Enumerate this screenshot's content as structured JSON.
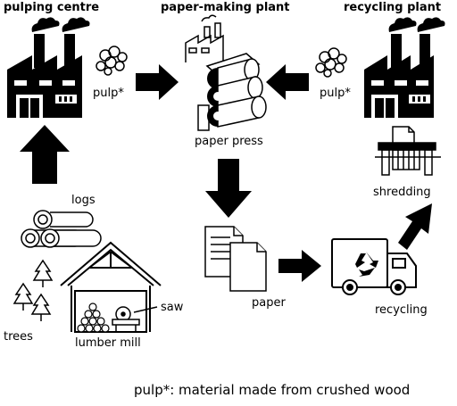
{
  "titles": {
    "pulping_centre": "pulping centre",
    "paper_making_plant": "paper-making plant",
    "recycling_plant": "recycling plant"
  },
  "labels": {
    "pulp_left": "pulp*",
    "pulp_right": "pulp*",
    "paper_press": "paper press",
    "logs": "logs",
    "trees": "trees",
    "saw": "saw",
    "lumber_mill": "lumber mill",
    "paper": "paper",
    "recycling": "recycling",
    "shredding": "shredding"
  },
  "footnote": "pulp*: material made from crushed wood",
  "icons": {
    "pulping_factory": "factory-icon",
    "recycling_factory": "factory-icon",
    "paper_press": "paper-press-icon",
    "logs": "logs-icon",
    "trees": "tree-icon",
    "lumber_mill": "lumber-mill-icon",
    "saw": "circular-saw-icon",
    "paper": "paper-sheets-icon",
    "truck": "recycling-truck-icon",
    "shredder": "shredder-icon",
    "pulp": "pulp-cloud-icon"
  }
}
